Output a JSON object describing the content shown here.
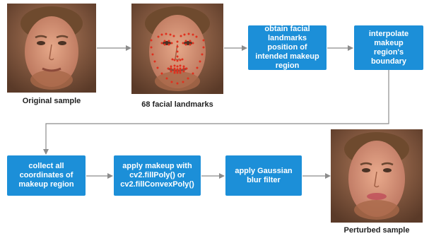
{
  "captions": {
    "original": "Original sample",
    "landmarks": "68 facial landmarks",
    "perturbed": "Perturbed sample"
  },
  "steps": [
    {
      "text": "obtain facial landmarks position of intended makeup region"
    },
    {
      "text": "interpolate makeup region's boundary"
    },
    {
      "text": "collect all coordinates of makeup region"
    },
    {
      "text": "apply makeup with cv2.fillPoly() or cv2.fillConvexPoly()"
    },
    {
      "text": "apply Gaussian blur filter"
    }
  ],
  "colors": {
    "box": "#1c8fd8",
    "arrow": "#8c8c8c",
    "landmark": "#e0301e"
  }
}
